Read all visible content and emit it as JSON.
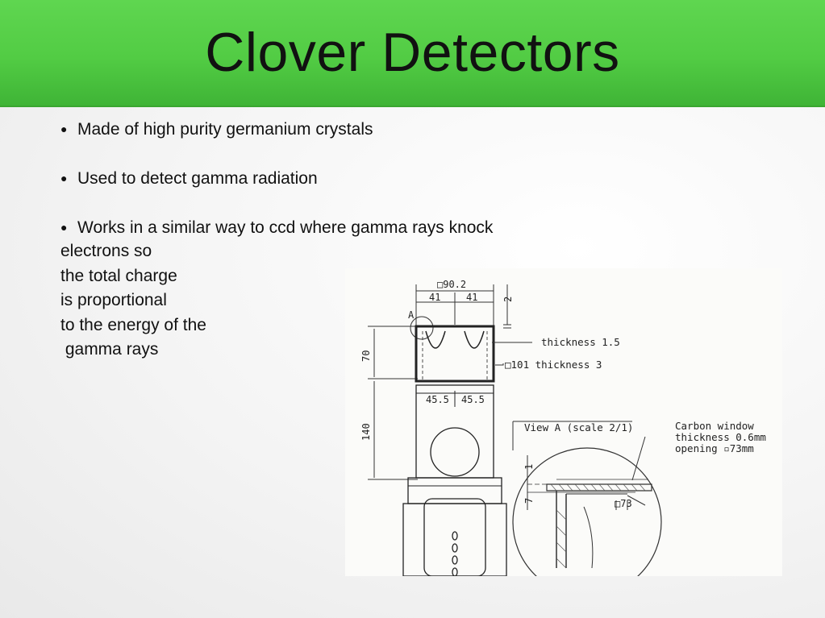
{
  "slide": {
    "title": "Clover Detectors",
    "bullets": [
      "Made of high purity germanium crystals",
      "Used to detect gamma radiation",
      "Works in a similar way to ccd where gamma rays knock"
    ],
    "continuation_lines": [
      "electrons so",
      "the total charge",
      "is proportional",
      "to the energy of the",
      " gamma rays"
    ]
  },
  "diagram": {
    "dim_width_total": "□90.2",
    "dim_left_half": "41",
    "dim_right_half": "41",
    "dim_top_offset": "2",
    "label_view_marker": "A",
    "dim_crystal_height": "70",
    "dim_lower_height": "140",
    "label_thickness_cap": "thickness 1.5",
    "label_thickness_body": "□101  thickness 3",
    "dim_bottom_left": "45.5",
    "dim_bottom_right": "45.5",
    "label_view_a": "View A (scale 2/1)",
    "label_carbon_1": "Carbon  window",
    "label_carbon_2": "thickness 0.6mm",
    "label_carbon_3": "opening  ▫73mm",
    "dim_detail_1": "1",
    "dim_detail_7": "7",
    "dim_detail_73": "□73"
  }
}
